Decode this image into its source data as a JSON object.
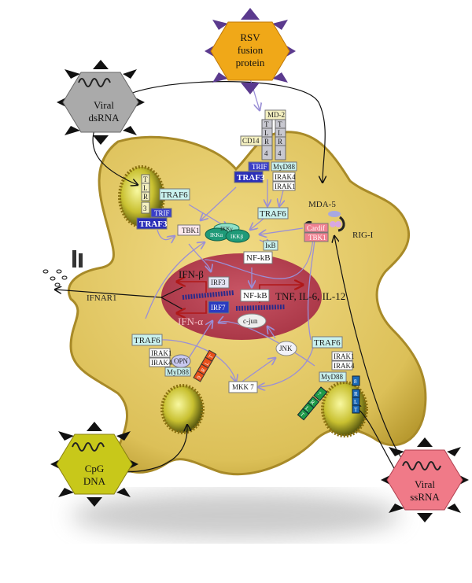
{
  "ligands": {
    "rsv": [
      "RSV",
      "fusion",
      "protein"
    ],
    "dsrna": [
      "Viral",
      "dsRNA"
    ],
    "cpg": [
      "CpG",
      "DNA"
    ],
    "ssrna": [
      "Viral",
      "ssRNA"
    ]
  },
  "receptors": {
    "md2": "MD-2",
    "cd14": "CD14",
    "tlr4_letters": [
      "T",
      "L",
      "R",
      "4"
    ],
    "tlr3_letters": [
      "T",
      "L",
      "R",
      "3"
    ],
    "tlr9_letters": [
      "9",
      "R",
      "L",
      "T"
    ],
    "tlr7_letters": [
      "7",
      "R",
      "L",
      "T"
    ],
    "tlr8_letters": [
      "8",
      "R",
      "L",
      "T"
    ],
    "ifnar1": "IFNAR1",
    "mda5": "MDA-5",
    "rigi": "RIG-I"
  },
  "adaptors": {
    "trif": "TRIF",
    "traf3": "TRAF3",
    "traf6": "TRAF6",
    "myd88": "MyD88",
    "irak4": "IRAK4",
    "irak1": "IRAK1",
    "tbk1": "TBK1",
    "cardif": "Cardif",
    "ikkg": "IKKγ",
    "ikka": "IKKα",
    "ikkb": "IKKβ",
    "ikb": "IκB",
    "nfkb": "NF-kB",
    "opn": "OPN",
    "mkk7": "MKK 7",
    "jnk": "JNK",
    "cjun": "c-jun",
    "irf3": "IRF3",
    "irf7": "IRF7"
  },
  "outputs": {
    "ifnb": "IFN-β",
    "ifna": "IFN-α",
    "cytokines": "TNF, IL-6, IL-12"
  },
  "colors": {
    "cell": "#e2c860",
    "nucleus": "#b3404f",
    "traf3": "#2a2fb8",
    "traf6": "#c9f1ee",
    "ikk": "#1f9a78",
    "rsv_hex": "#f0a818",
    "spike_purple": "#5b3a8e",
    "dsrna_hex": "#a8a8a8",
    "cpg_hex": "#c8c81a",
    "ssrna_hex": "#f07a88"
  }
}
